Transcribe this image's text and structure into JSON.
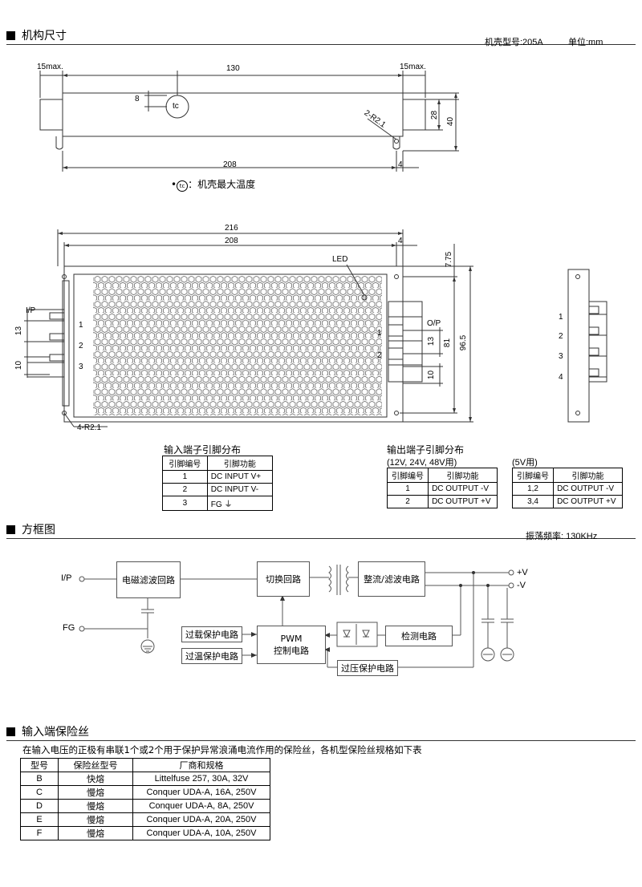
{
  "sections": {
    "dimensions": "机构尺寸",
    "block_diagram": "方框图",
    "input_fuse": "输入端保险丝"
  },
  "header": {
    "case_no": "机壳型号:205A",
    "unit": "单位:mm"
  },
  "side_view": {
    "dims": {
      "left_max": "15max.",
      "mid": "130",
      "right_max": "15max.",
      "d8": "8",
      "d28": "28",
      "d40": "40",
      "d208": "208",
      "d4": "4"
    },
    "tc_label": "tc",
    "hole_label": "2-R2.1",
    "note": "：机壳最大温度"
  },
  "top_view": {
    "dims": {
      "d216": "216",
      "d208": "208",
      "d4": "4",
      "d775": "7.75",
      "d81": "81",
      "d965": "96.5",
      "d13a": "13",
      "d10a": "10",
      "d13b": "13",
      "d10b": "10"
    },
    "led": "LED",
    "ip": "I/P",
    "op": "O/P",
    "in_pins": [
      "1",
      "2",
      "3"
    ],
    "out_pins": [
      "1",
      "2"
    ],
    "hole_label": "4-R2.1",
    "alt_pins": [
      "1",
      "2",
      "3",
      "4"
    ]
  },
  "input_table": {
    "title": "输入端子引脚分布",
    "headers": [
      "引脚编号",
      "引脚功能"
    ],
    "rows": [
      [
        "1",
        "DC INPUT V+"
      ],
      [
        "2",
        "DC INPUT V-"
      ],
      [
        "3",
        "FG ⏚"
      ]
    ]
  },
  "output_table": {
    "title": "输出端子引脚分布",
    "subtitle": "(12V, 24V, 48V用)",
    "headers": [
      "引脚编号",
      "引脚功能"
    ],
    "rows": [
      [
        "1",
        "DC OUTPUT -V"
      ],
      [
        "2",
        "DC OUTPUT +V"
      ]
    ]
  },
  "output_table_5v": {
    "subtitle": "(5V用)",
    "headers": [
      "引脚编号",
      "引脚功能"
    ],
    "rows": [
      [
        "1,2",
        "DC OUTPUT -V"
      ],
      [
        "3,4",
        "DC OUTPUT +V"
      ]
    ]
  },
  "block": {
    "freq": "振荡频率: 130KHz",
    "ip": "I/P",
    "fg": "FG",
    "emi": "电磁滤波回路",
    "switch": "切换回路",
    "rect": "整流/滤波电路",
    "pos": "+V",
    "neg": "-V",
    "olp": "过载保护电路",
    "pwm_a": "PWM",
    "pwm_b": "控制电路",
    "detect": "检测电路",
    "otp": "过温保护电路",
    "ovp": "过压保护电路"
  },
  "fuse": {
    "desc": "在输入电压的正极有串联1个或2个用于保护异常浪涌电流作用的保险丝，各机型保险丝规格如下表",
    "headers": [
      "型号",
      "保险丝型号",
      "厂商和规格"
    ],
    "rows": [
      [
        "B",
        "快熔",
        "Littelfuse 257, 30A, 32V"
      ],
      [
        "C",
        "慢熔",
        "Conquer UDA-A, 16A, 250V"
      ],
      [
        "D",
        "慢熔",
        "Conquer UDA-A, 8A, 250V"
      ],
      [
        "E",
        "慢熔",
        "Conquer UDA-A, 20A, 250V"
      ],
      [
        "F",
        "慢熔",
        "Conquer UDA-A, 10A, 250V"
      ]
    ]
  }
}
